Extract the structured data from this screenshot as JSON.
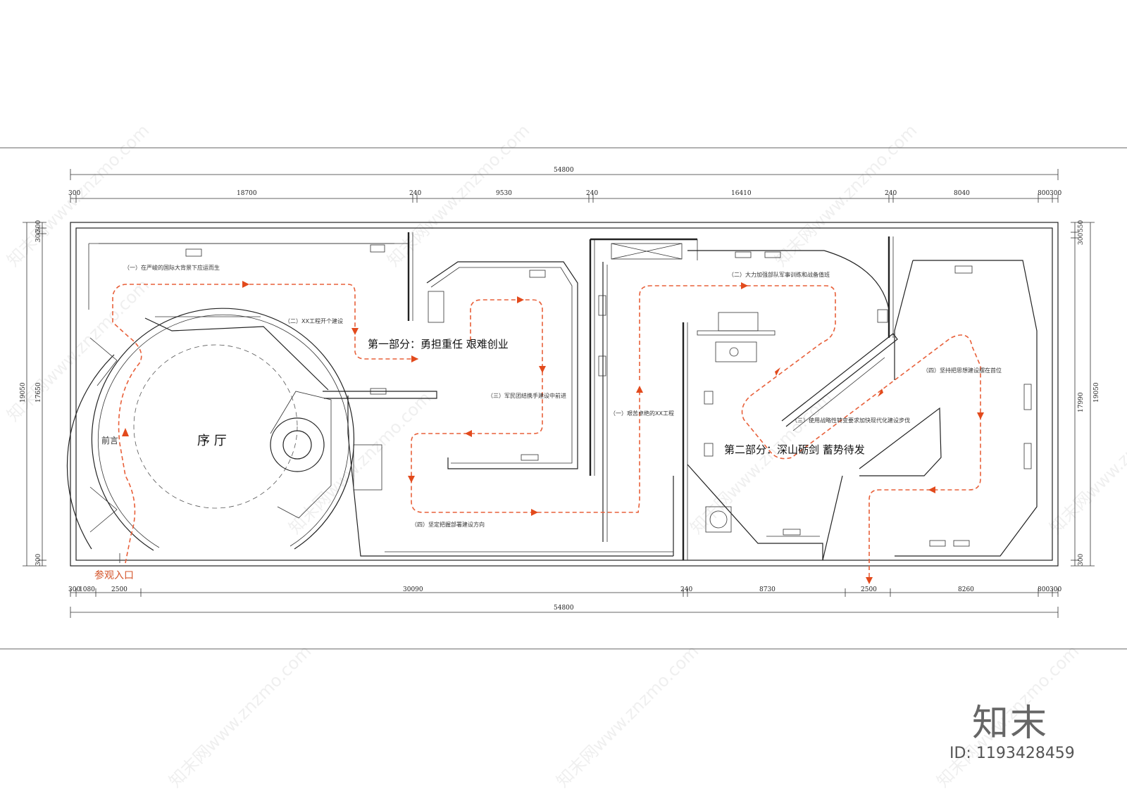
{
  "dims": {
    "top_total": "54800",
    "top_segments": [
      "300",
      "18700",
      "240",
      "9530",
      "240",
      "16410",
      "240",
      "8040",
      "800",
      "300"
    ],
    "bottom_total": "54800",
    "bottom_segments": [
      "300",
      "1080",
      "2500",
      "30090",
      "240",
      "8730",
      "2500",
      "8260",
      "800",
      "300"
    ],
    "left_outer": "19050",
    "left_inner": "17650",
    "left_top": "300",
    "left_top2": "300",
    "left_bottom": "300",
    "right_outer": "19050",
    "right_inner": "17990",
    "right_top": "550",
    "right_top2": "300",
    "right_bottom": "300"
  },
  "labels": {
    "part1_title": "第一部分：勇担重任 艰难创业",
    "part2_title": "第二部分：深山砺剑 蓄势待发",
    "hall": "序 厅",
    "preface": "前言",
    "entrance": "参观入口",
    "sec1_1": "（一）在严峻的国际大背景下应运而生",
    "sec1_2": "（二）XX工程开个建设",
    "sec1_3": "（三）军民团结携手建设中前进",
    "sec1_4": "（四）坚定把握部署建设方向",
    "sec2_1": "（一）艰苦卓绝的XX工程",
    "sec2_2": "（二）大力加强部队军事训练和战备值班",
    "sec2_3": "（三）使用战略性转变要求加快现代化建设步伐",
    "sec2_4": "（四）坚持把思想建设摆在首位"
  },
  "watermark": {
    "text": "知末网www.znzmo.com",
    "brand": "知末",
    "id": "ID: 1193428459"
  },
  "colors": {
    "route": "#e8603a",
    "arrow": "#e24a1c",
    "entrance": "#d4542a",
    "wall": "#222222"
  },
  "icons": [
    "route-arrow-icon"
  ]
}
